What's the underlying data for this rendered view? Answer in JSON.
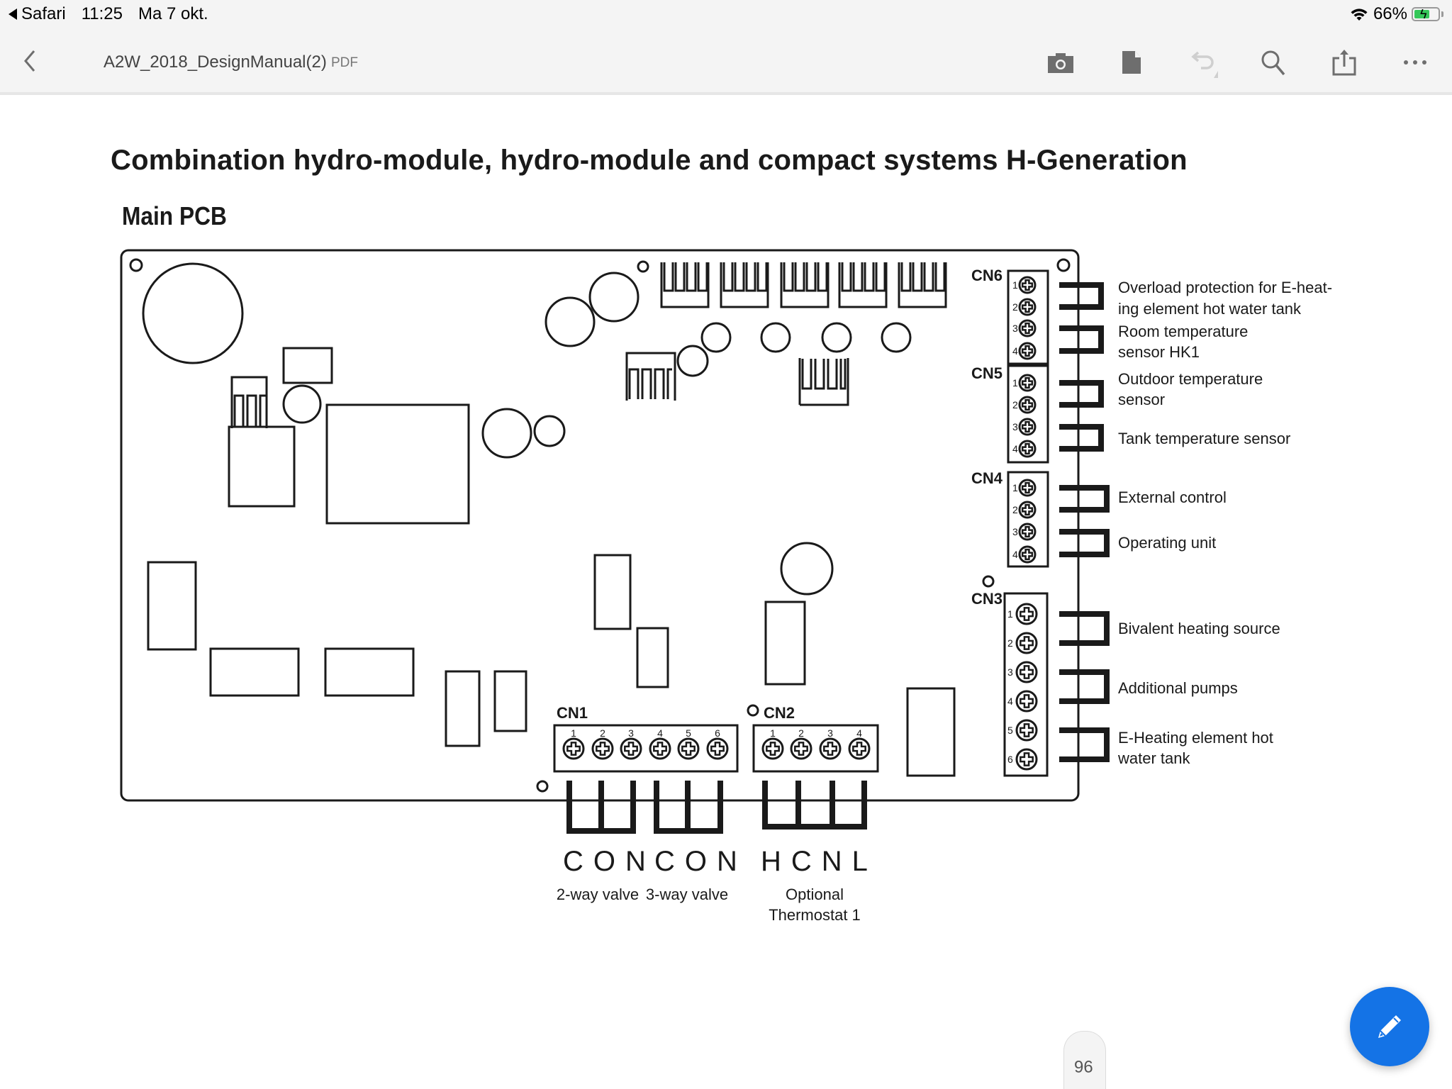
{
  "status_bar": {
    "back_app": "Safari",
    "time": "11:25",
    "date": "Ma 7 okt.",
    "battery_percent": "66%",
    "battery_level": 0.66,
    "charging": true
  },
  "toolbar": {
    "document_title": "A2W_2018_DesignManual(2)",
    "document_type": "PDF",
    "icons": [
      "back-chevron-icon",
      "camera-icon",
      "document-icon",
      "undo-icon",
      "search-icon",
      "share-icon",
      "more-icon"
    ]
  },
  "document": {
    "title": "Combination hydro-module, hydro-module and compact systems H-Generation",
    "subtitle": "Main PCB",
    "connectors_right": [
      {
        "name": "CN6",
        "pins": [
          "1",
          "2",
          "3",
          "4"
        ],
        "small": true
      },
      {
        "name": "CN5",
        "pins": [
          "1",
          "2",
          "3",
          "4"
        ],
        "small": true
      },
      {
        "name": "CN4",
        "pins": [
          "1",
          "2",
          "3",
          "4"
        ],
        "small": true
      },
      {
        "name": "CN3",
        "pins": [
          "1",
          "2",
          "3",
          "4",
          "5",
          "6"
        ],
        "small": false
      }
    ],
    "right_labels": [
      [
        "Overload protection for E-heat-",
        "ing element hot water tank"
      ],
      [
        "Room temperature",
        "sensor HK1"
      ],
      [
        "Outdoor temperature",
        "sensor"
      ],
      [
        "Tank temperature sensor"
      ],
      [
        "External control"
      ],
      [
        "Operating unit"
      ],
      [
        "Bivalent heating source"
      ],
      [
        "Additional pumps"
      ],
      [
        "E-Heating element hot",
        "water tank"
      ]
    ],
    "connectors_bottom": [
      {
        "name": "CN1",
        "pins": [
          "1",
          "2",
          "3",
          "4",
          "5",
          "6"
        ]
      },
      {
        "name": "CN2",
        "pins": [
          "1",
          "2",
          "3",
          "4"
        ]
      }
    ],
    "bottom_letters": [
      {
        "text": "CON"
      },
      {
        "text": "CON"
      },
      {
        "text": "HCNL"
      }
    ],
    "bottom_labels": [
      [
        "2-way valve"
      ],
      [
        "3-way valve"
      ],
      [
        "Optional",
        "Thermostat 1"
      ]
    ]
  },
  "page_indicator": "96",
  "edit_button": "pencil-icon",
  "colors": {
    "toolbar_bg": "#f4f4f4",
    "toolbar_icon": "#6e6e6e",
    "fab": "#1473e6",
    "battery_fill": "#34c759"
  }
}
